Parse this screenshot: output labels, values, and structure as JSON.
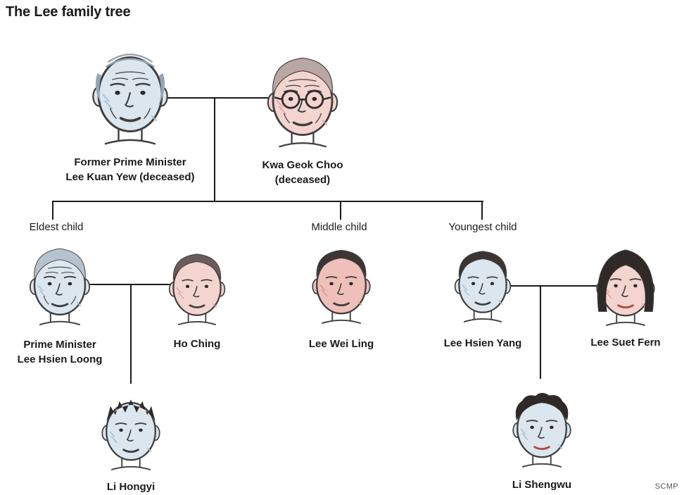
{
  "title": "The Lee family tree",
  "credit": "SCMP",
  "generation_labels": {
    "eldest": "Eldest child",
    "middle": "Middle child",
    "youngest": "Youngest child"
  },
  "people": {
    "lee_kuan_yew": {
      "name": "Former Prime Minister\nLee Kuan Yew (deceased)",
      "portrait": {
        "tint": "#dbe6ef",
        "shade": "#a8c0d6",
        "hair": "bald",
        "hair_color": "#97a6b4",
        "elderly": true
      }
    },
    "kwa_geok_choo": {
      "name": "Kwa Geok Choo\n(deceased)",
      "portrait": {
        "tint": "#f4d4cf",
        "shade": "#e0a69e",
        "hair": "swept",
        "hair_color": "#baa7a3",
        "glasses": true,
        "elderly": true
      }
    },
    "lee_hsien_loong": {
      "name": "Prime Minister\nLee Hsien Loong",
      "portrait": {
        "tint": "#dbe6ef",
        "shade": "#a8c0d6",
        "hair": "swept",
        "hair_color": "#b6c3ce",
        "elderly": true
      }
    },
    "ho_ching": {
      "name": "Ho Ching",
      "portrait": {
        "tint": "#f4d4cf",
        "shade": "#e0a69e",
        "hair": "short",
        "hair_color": "#6a5c5a"
      }
    },
    "lee_wei_ling": {
      "name": "Lee Wei Ling",
      "portrait": {
        "tint": "#efc0ba",
        "shade": "#d8948b",
        "hair": "short",
        "hair_color": "#3c3533"
      }
    },
    "lee_hsien_yang": {
      "name": "Lee Hsien Yang",
      "portrait": {
        "tint": "#dbe6ef",
        "shade": "#a8c0d6",
        "hair": "short",
        "hair_color": "#3c3533"
      }
    },
    "lee_suet_fern": {
      "name": "Lee Suet Fern",
      "portrait": {
        "tint": "#f4d4cf",
        "shade": "#e0a69e",
        "hair": "bob",
        "hair_color": "#2f2a28",
        "lips": "#a94a42"
      }
    },
    "li_hongyi": {
      "name": "Li Hongyi",
      "portrait": {
        "tint": "#dbe6ef",
        "shade": "#a8c0d6",
        "hair": "spiky",
        "hair_color": "#2f2a28"
      }
    },
    "li_shengwu": {
      "name": "Li Shengwu",
      "portrait": {
        "tint": "#dbe6ef",
        "shade": "#a8c0d6",
        "hair": "messy",
        "hair_color": "#2f2a28",
        "lips": "#a94a42"
      }
    }
  },
  "relationships": {
    "marriages": [
      [
        "lee_kuan_yew",
        "kwa_geok_choo"
      ],
      [
        "lee_hsien_loong",
        "ho_ching"
      ],
      [
        "lee_hsien_yang",
        "lee_suet_fern"
      ]
    ],
    "children": {
      "lee_kuan_yew+kwa_geok_choo": [
        "lee_hsien_loong",
        "lee_wei_ling",
        "lee_hsien_yang"
      ],
      "lee_hsien_loong+ho_ching": [
        "li_hongyi"
      ],
      "lee_hsien_yang+lee_suet_fern": [
        "li_shengwu"
      ]
    },
    "birth_order": {
      "lee_hsien_loong": "Eldest child",
      "lee_wei_ling": "Middle child",
      "lee_hsien_yang": "Youngest child"
    }
  }
}
